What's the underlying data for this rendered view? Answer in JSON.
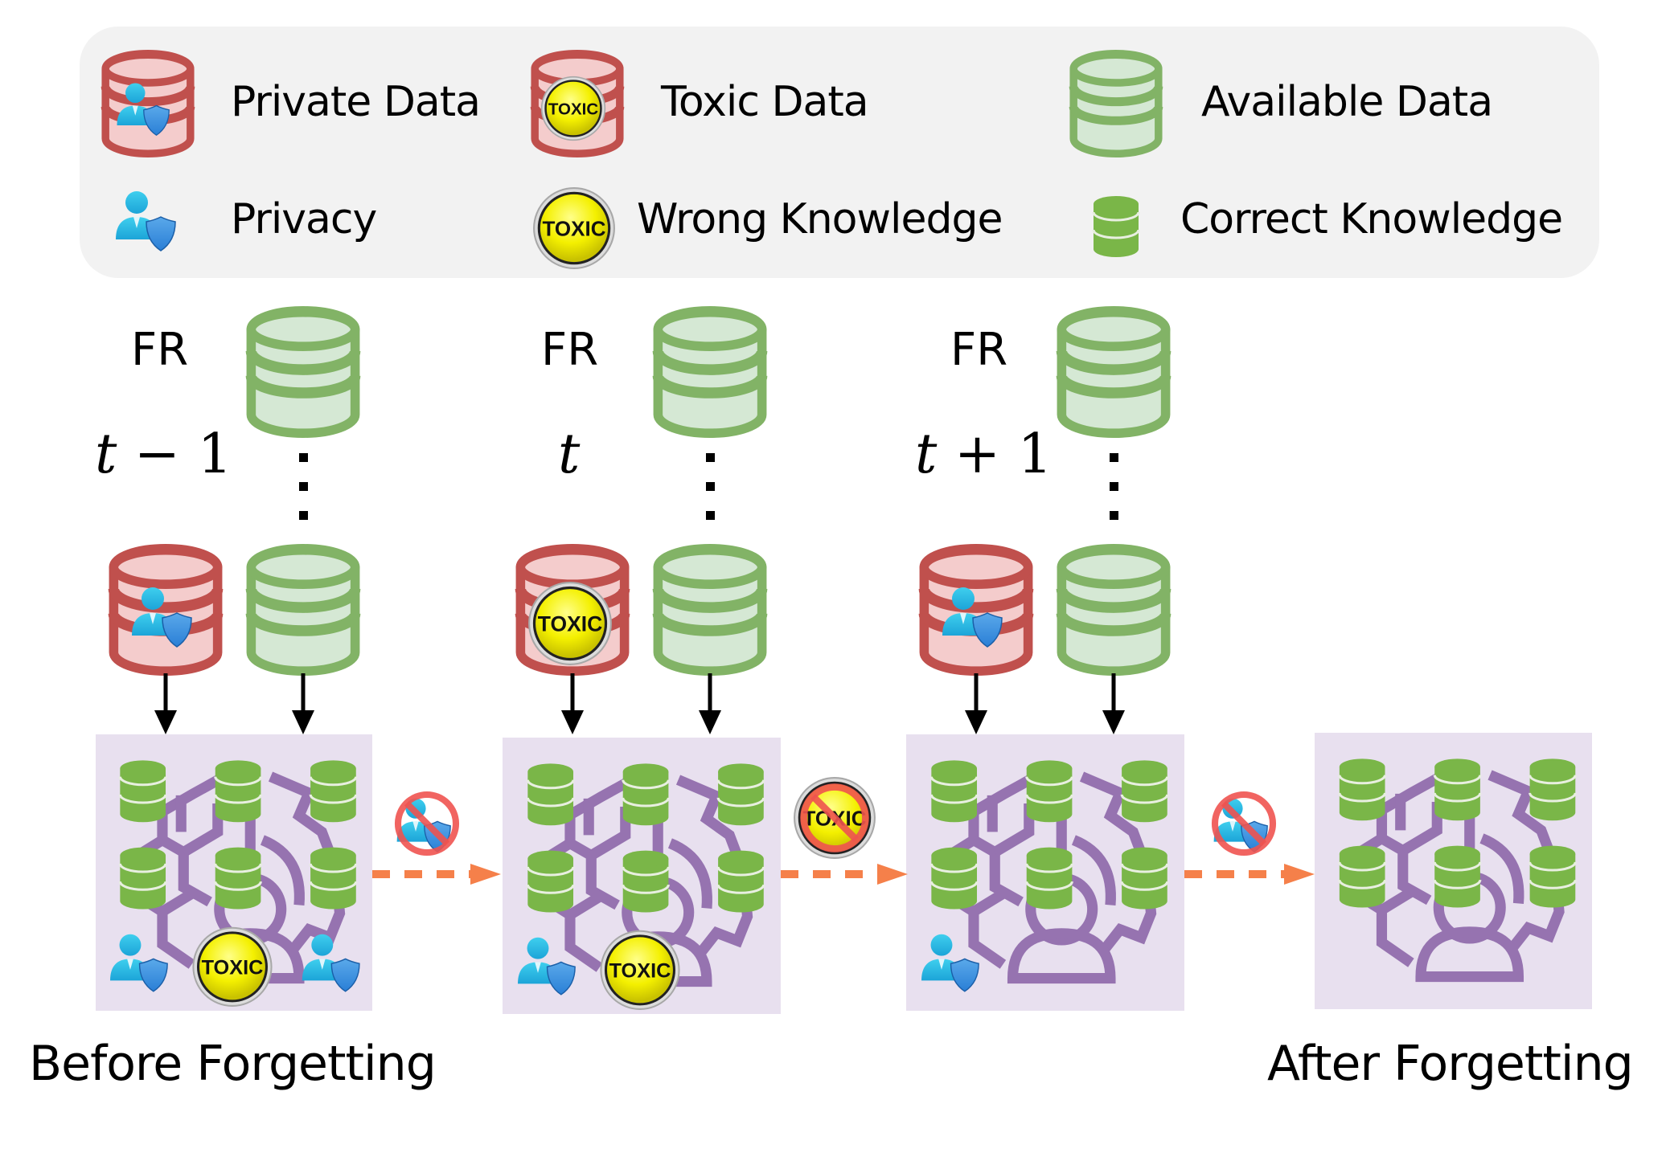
{
  "legend": {
    "items": [
      {
        "icon": "private-data-icon",
        "label": "Private Data"
      },
      {
        "icon": "toxic-data-icon",
        "label": "Toxic Data"
      },
      {
        "icon": "available-data-icon",
        "label": "Available Data"
      },
      {
        "icon": "privacy-icon",
        "label": "Privacy"
      },
      {
        "icon": "wrong-knowledge-icon",
        "label": "Wrong Knowledge"
      },
      {
        "icon": "correct-knowledge-icon",
        "label": "Correct Knowledge"
      }
    ]
  },
  "toxic_badge_text": "TOXIC",
  "steps": [
    {
      "fr_label": "FR",
      "time_var": "t",
      "time_op": "−",
      "time_num": "1",
      "forget_request": "private-data",
      "model_contents": [
        "privacy",
        "wrong-knowledge",
        "privacy"
      ]
    },
    {
      "fr_label": "FR",
      "time_var": "t",
      "time_op": "",
      "time_num": "",
      "forget_request": "toxic-data",
      "model_contents": [
        "privacy",
        "wrong-knowledge"
      ]
    },
    {
      "fr_label": "FR",
      "time_var": "t",
      "time_op": "+",
      "time_num": "1",
      "forget_request": "private-data",
      "model_contents": [
        "privacy"
      ]
    }
  ],
  "transitions": [
    "forget-privacy",
    "forget-toxic",
    "forget-privacy"
  ],
  "captions": {
    "before": "Before Forgetting",
    "after": "After Forgetting"
  },
  "colors": {
    "red_stroke": "#c0504d",
    "red_fill": "#f4cccc",
    "green_stroke": "#82b366",
    "green_fill": "#d5e8d4",
    "knowledge_green": "#7ab648",
    "brain_purple": "#9673b0",
    "model_bg": "#e8e0ef",
    "legend_bg": "#f2f2f2",
    "dashed_arrow": "#f5804a",
    "toxic_yellow": "#f4f000",
    "privacy_blue": "#33bde8"
  }
}
